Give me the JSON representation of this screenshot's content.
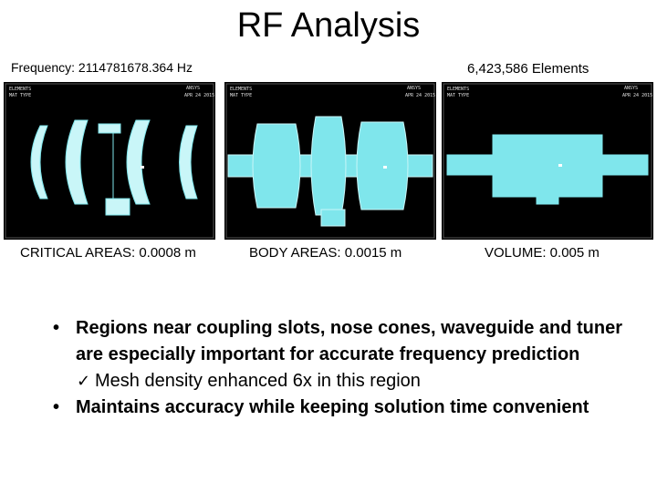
{
  "slide": {
    "title": "RF Analysis",
    "frequency": "Frequency: 2114781678.364 Hz",
    "elements": "6,423,586 Elements"
  },
  "panels": [
    {
      "brand": "ANSYS",
      "caption": "CRITICAL AREAS: 0.0008 m"
    },
    {
      "brand": "ANSYS",
      "caption": "BODY AREAS: 0.0015 m"
    },
    {
      "brand": "ANSYS",
      "caption": "VOLUME: 0.005 m"
    }
  ],
  "bullets": [
    {
      "text": "Regions near coupling slots, nose cones, waveguide and tuner are especially important for accurate frequency prediction",
      "sub": "Mesh density enhanced 6x in this region"
    },
    {
      "text": "Maintains accuracy while keeping solution time convenient"
    }
  ],
  "colors": {
    "mesh": "#7fe6ec",
    "mesh_light": "#c9f6f8",
    "background": "#000000"
  }
}
